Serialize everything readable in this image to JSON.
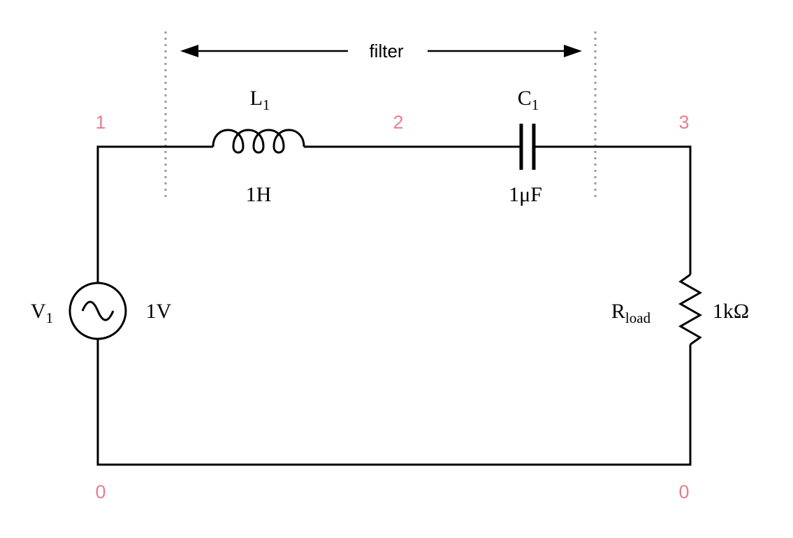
{
  "diagram": {
    "filter_label": "filter",
    "nodes": {
      "top_left": "1",
      "top_middle": "2",
      "top_right": "3",
      "bottom_left": "0",
      "bottom_right": "0"
    },
    "components": {
      "voltage_source": {
        "ref": "V",
        "ref_sub": "1",
        "value": "1V"
      },
      "inductor": {
        "ref": "L",
        "ref_sub": "1",
        "value": "1H"
      },
      "capacitor": {
        "ref": "C",
        "ref_sub": "1",
        "value": "1μF"
      },
      "load_resistor": {
        "ref": "R",
        "ref_sub": "load",
        "value": "1kΩ"
      }
    }
  },
  "colors": {
    "wire": "#000000",
    "text": "#000000",
    "node-label": "#e87f8f",
    "boundary": "#9b9b9b",
    "background": "#ffffff"
  }
}
